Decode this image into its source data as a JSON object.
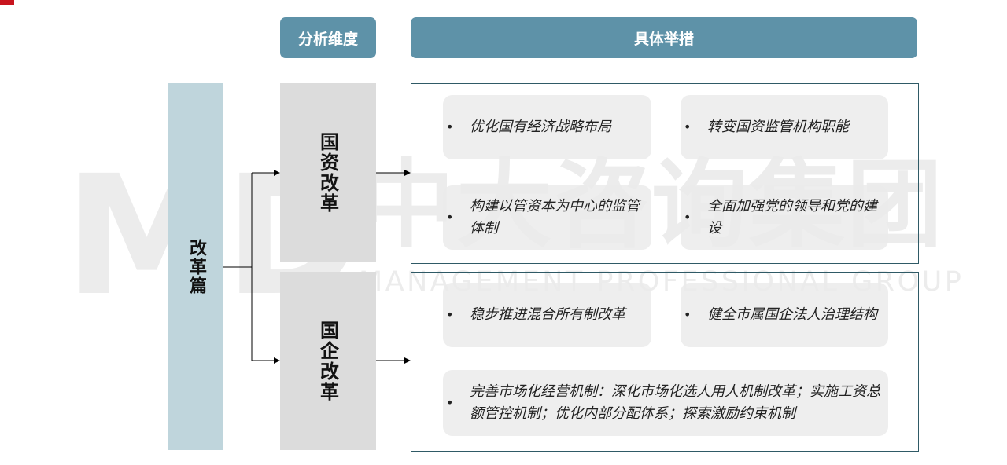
{
  "watermark": {
    "logo": "MD",
    "company_cn": "中大咨询集团",
    "company_en": "MANAGEMENT PROFESSIONAL GROUP"
  },
  "headers": {
    "dimension": "分析维度",
    "measures": "具体举措"
  },
  "main_category": "改革篇",
  "dimensions": [
    {
      "label": "国资改革",
      "items": [
        "优化国有经济战略布局",
        "转变国资监管机构职能",
        "构建以管资本为中心的监管体制",
        "全面加强党的领导和党的建设"
      ]
    },
    {
      "label": "国企改革",
      "items": [
        "稳步推进混合所有制改革",
        "健全市属国企法人治理结构",
        "完善市场化经营机制：深化市场化选人用人机制改革；实施工资总额管控机制；优化内部分配体系；探索激励约束机制"
      ]
    }
  ],
  "colors": {
    "header_bg": "#5e92a8",
    "main_bar_bg": "#bfd5dc",
    "dimension_bar_bg": "#dcdcdc",
    "group_border": "#2f5a66",
    "item_bg": "#ebebeb",
    "corner_mark": "#c8141e"
  }
}
